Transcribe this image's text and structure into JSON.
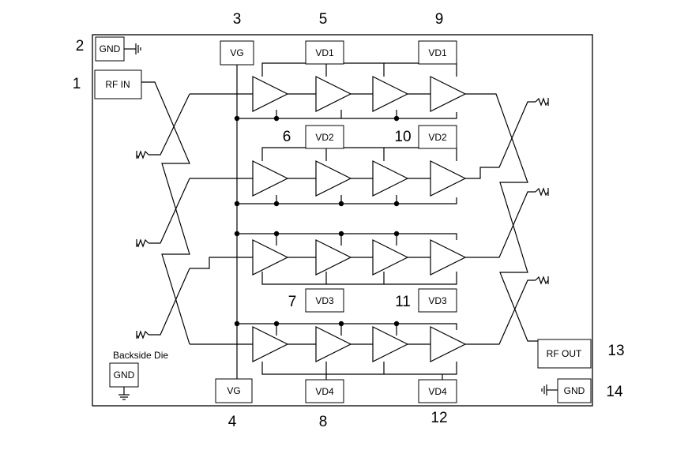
{
  "pads": {
    "gnd_tl": "GND",
    "rf_in": "RF IN",
    "vg_top": "VG",
    "vg_bottom": "VG",
    "vd1_a": "VD1",
    "vd1_b": "VD1",
    "vd2_a": "VD2",
    "vd2_b": "VD2",
    "vd3_a": "VD3",
    "vd3_b": "VD3",
    "vd4_a": "VD4",
    "vd4_b": "VD4",
    "rf_out": "RF OUT",
    "gnd_br": "GND",
    "gnd_backside": "GND"
  },
  "backside_label": "Backside Die",
  "pins": {
    "p1": "1",
    "p2": "2",
    "p3": "3",
    "p4": "4",
    "p5": "5",
    "p6": "6",
    "p7": "7",
    "p8": "8",
    "p9": "9",
    "p10": "10",
    "p11": "11",
    "p12": "12",
    "p13": "13",
    "p14": "14"
  }
}
